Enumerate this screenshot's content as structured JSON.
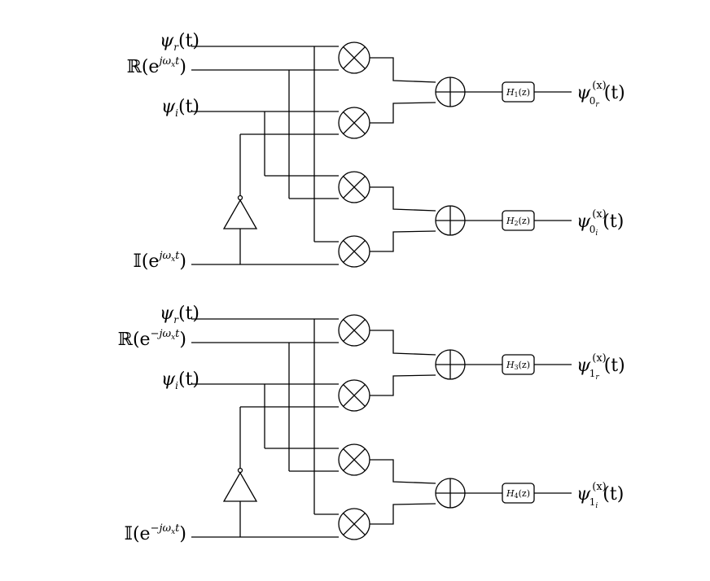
{
  "diagram": {
    "blocks": [
      {
        "inputs": {
          "psi_r": {
            "base": "ψ",
            "sub": "r",
            "arg": "(t)"
          },
          "re": {
            "prefix": "ℝ(e",
            "sup": "jω",
            "sup_sub": "x",
            "sup_tail": "t",
            "close": ")"
          },
          "psi_i": {
            "base": "ψ",
            "sub": "i",
            "arg": "(t)"
          },
          "im": {
            "prefix": "𝕀(e",
            "sup": "jω",
            "sup_sub": "x",
            "sup_tail": "t",
            "close": ")"
          }
        },
        "filters": [
          {
            "label": "H",
            "index": "1",
            "arg": "(z)"
          },
          {
            "label": "H",
            "index": "2",
            "arg": "(z)"
          }
        ],
        "outputs": [
          {
            "base": "ψ",
            "sup": "(x)",
            "sub": "0",
            "subsub": "r",
            "arg": "(t)"
          },
          {
            "base": "ψ",
            "sup": "(x)",
            "sub": "0",
            "subsub": "i",
            "arg": "(t)"
          }
        ]
      },
      {
        "inputs": {
          "psi_r": {
            "base": "ψ",
            "sub": "r",
            "arg": "(t)"
          },
          "re": {
            "prefix": "ℝ(e",
            "sup": "−jω",
            "sup_sub": "x",
            "sup_tail": "t",
            "close": ")"
          },
          "psi_i": {
            "base": "ψ",
            "sub": "i",
            "arg": "(t)"
          },
          "im": {
            "prefix": "𝕀(e",
            "sup": "−jω",
            "sup_sub": "x",
            "sup_tail": "t",
            "close": ")"
          }
        },
        "filters": [
          {
            "label": "H",
            "index": "3",
            "arg": "(z)"
          },
          {
            "label": "H",
            "index": "4",
            "arg": "(z)"
          }
        ],
        "outputs": [
          {
            "base": "ψ",
            "sup": "(x)",
            "sub": "1",
            "subsub": "r",
            "arg": "(t)"
          },
          {
            "base": "ψ",
            "sup": "(x)",
            "sub": "1",
            "subsub": "i",
            "arg": "(t)"
          }
        ]
      }
    ]
  }
}
